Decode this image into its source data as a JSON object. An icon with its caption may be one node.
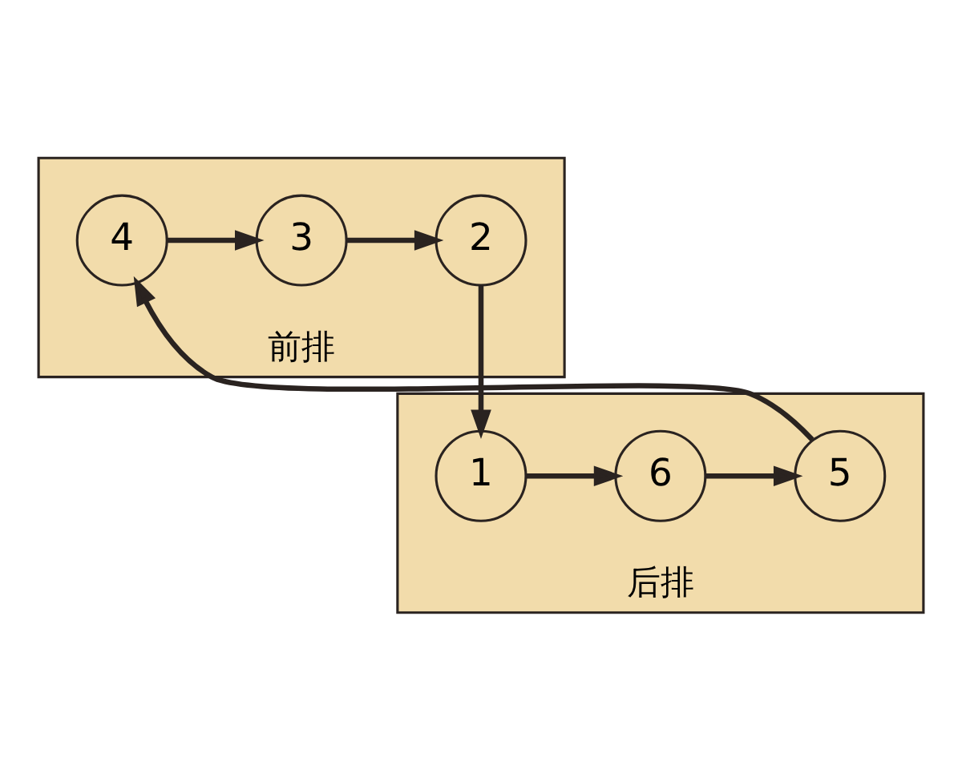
{
  "diagram": {
    "nodes": [
      {
        "text": [
          "前排"
        ]
      },
      {
        "text": [
          "4"
        ],
        "in": 0
      },
      {
        "text": [
          "3"
        ],
        "in": 0
      },
      {
        "text": [
          "2"
        ],
        "in": 0
      },
      {
        "text": [
          "后排"
        ]
      },
      {
        "text": [
          "5"
        ],
        "in": 4
      },
      {
        "text": [
          "6"
        ],
        "in": 4
      },
      {
        "text": [
          "1"
        ],
        "in": 4
      }
    ],
    "edges": [
      {
        "from": 1,
        "to": 2,
        "arrow": "to"
      },
      {
        "from": 2,
        "to": 3,
        "arrow": "to"
      },
      {
        "from": 3,
        "to": 7,
        "arrow": "to"
      },
      {
        "from": 7,
        "to": 6,
        "arrow": "to"
      },
      {
        "from": 6,
        "to": 5,
        "arrow": "to"
      },
      {
        "from": 5,
        "to": 1,
        "arrow": "to"
      }
    ]
  }
}
